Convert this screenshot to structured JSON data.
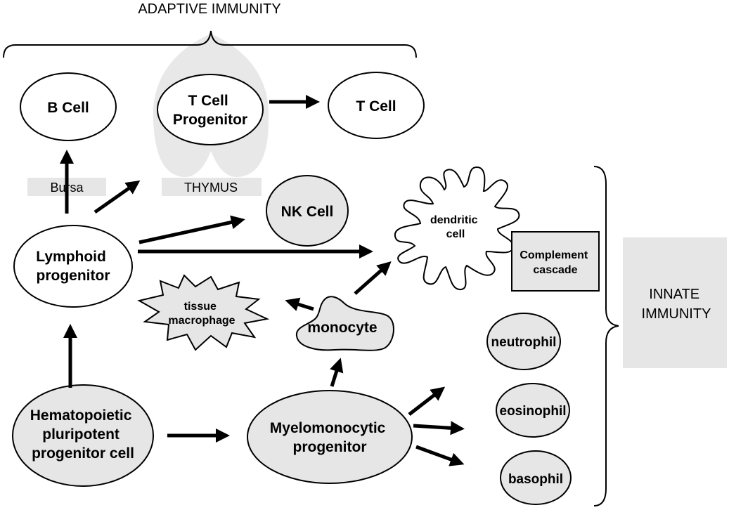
{
  "labels": {
    "adaptive_immunity": "ADAPTIVE IMMUNITY",
    "innate_immunity_line1": "INNATE",
    "innate_immunity_line2": "IMMUNITY",
    "b_cell": "B Cell",
    "t_cell_progenitor_line1": "T Cell",
    "t_cell_progenitor_line2": "Progenitor",
    "t_cell": "T Cell",
    "bursa": "Bursa",
    "thymus": "THYMUS",
    "nk_cell": "NK Cell",
    "dendritic_line1": "dendritic",
    "dendritic_line2": "cell",
    "complement_line1": "Complement",
    "complement_line2": "cascade",
    "lymphoid_line1": "Lymphoid",
    "lymphoid_line2": "progenitor",
    "tissue_macrophage_line1": "tissue",
    "tissue_macrophage_line2": "macrophage",
    "monocyte": "monocyte",
    "neutrophil": "neutrophil",
    "eosinophil": "eosinophil",
    "basophil": "basophil",
    "hematopoietic_line1": "Hematopoietic",
    "hematopoietic_line2": "pluripotent",
    "hematopoietic_line3": "progenitor cell",
    "myelomonocytic_line1": "Myelomonocytic",
    "myelomonocytic_line2": "progenitor"
  },
  "colors": {
    "stroke": "#000000",
    "shaded_fill": "#e6e6e6",
    "white_fill": "#ffffff",
    "thymus_shape": "#e8e8e8"
  }
}
